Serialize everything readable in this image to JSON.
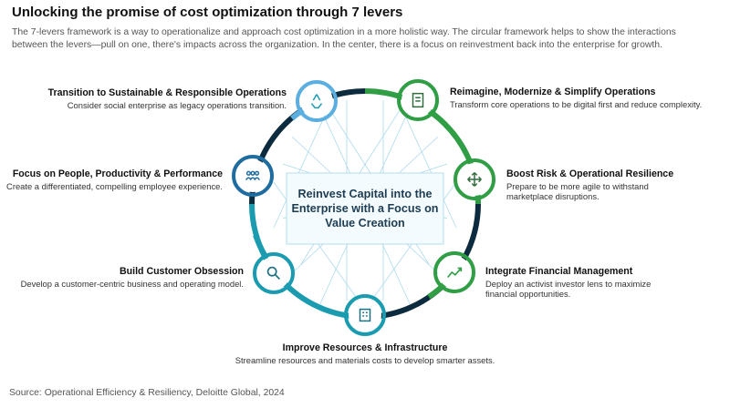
{
  "title": "Unlocking the promise of cost optimization through 7 levers",
  "intro": "The 7-levers framework is a way to operationalize and approach cost optimization in a more holistic way. The circular framework helps to show the interactions between the levers—pull on one, there's impacts across the organization. In the center, there is a focus on reinvestment back into the enterprise for growth.",
  "center": "Reinvest Capital into the Enterprise with a Focus on Value Creation",
  "levers": {
    "sustainable": {
      "title": "Transition to Sustainable & Responsible Operations",
      "desc": "Consider social enterprise as legacy operations transition.",
      "icon": "recycle-icon"
    },
    "reimagine": {
      "title": "Reimagine, Modernize & Simplify Operations",
      "desc": "Transform core operations to be digital first and reduce complexity.",
      "icon": "document-icon"
    },
    "people": {
      "title": "Focus on People, Productivity & Performance",
      "desc": "Create a differentiated, compelling employee experience.",
      "icon": "people-icon"
    },
    "risk": {
      "title": "Boost Risk & Operational Resilience",
      "desc": "Prepare to be more agile to withstand marketplace disruptions.",
      "icon": "arrows-icon"
    },
    "customer": {
      "title": "Build Customer Obsession",
      "desc": "Develop a customer-centric business and operating model.",
      "icon": "magnifier-icon"
    },
    "financial": {
      "title": "Integrate Financial Management",
      "desc": "Deploy an activist investor lens to maximize financial opportunities.",
      "icon": "chart-icon"
    },
    "resources": {
      "title": "Improve Resources & Infrastructure",
      "desc": "Streamline resources and materials costs to develop smarter assets.",
      "icon": "building-icon"
    }
  },
  "colors": {
    "navy": "#0d2b3e",
    "teal": "#1a9bb0",
    "green": "#2f9e44",
    "lightblue": "#5aaee0"
  },
  "source": "Source: Operational Efficiency & Resiliency, Deloitte Global, 2024"
}
